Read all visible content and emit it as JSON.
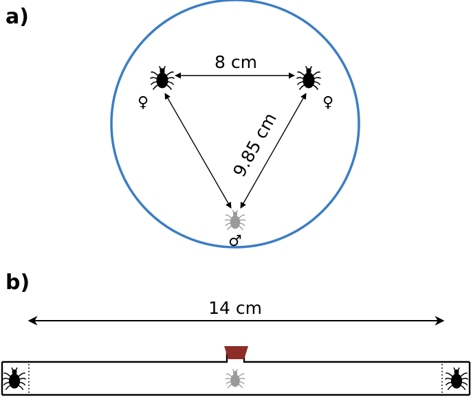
{
  "panel_a": {
    "label": "a)",
    "arena_color": "#3b7dc4",
    "distance_top_label": "8 cm",
    "distance_diagonal_label": "9.85 cm",
    "female_symbol_left": "♀",
    "female_symbol_right": "♀",
    "male_symbol": "♂",
    "female_tick_color": "#000000",
    "male_tick_color": "#9a9a9a"
  },
  "panel_b": {
    "label": "b)",
    "length_label": "14 cm",
    "stimulus_color": "#8e2c27",
    "female_tick_color": "#000000",
    "male_tick_color": "#9a9a9a"
  }
}
